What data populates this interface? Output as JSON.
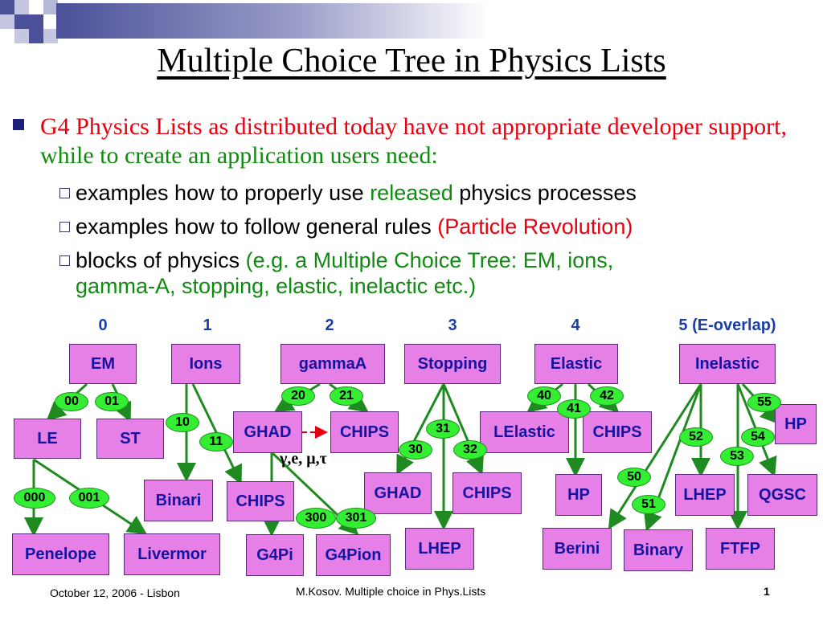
{
  "slide": {
    "title": "Multiple Choice Tree in Physics Lists",
    "bullet": {
      "red_text": "G4 Physics Lists as distributed today have not appropriate developer support,",
      "green_text": " while to create an application users need:"
    },
    "subbullets": [
      {
        "a": "examples how to properly use ",
        "b": "released",
        "c": " physics processes"
      },
      {
        "a": "examples how to follow general rules ",
        "b": "(Particle Revolution",
        "c": ")"
      },
      {
        "a": "blocks of physics ",
        "b": "(e.g. a Multiple Choice Tree: EM, ions,",
        "b2": "gamma-A, stopping, elastic, inelactic etc.)"
      }
    ]
  },
  "levels": [
    "0",
    "1",
    "2",
    "3",
    "4",
    "5 (E-overlap)"
  ],
  "nodes": {
    "em": "EM",
    "ions": "Ions",
    "gammaa": "gammaA",
    "stopping": "Stopping",
    "elastic": "Elastic",
    "inelastic": "Inelastic",
    "le": "LE",
    "st": "ST",
    "penelope": "Penelope",
    "livermor": "Livermor",
    "binari": "Binari",
    "chips_ions": "CHIPS",
    "ghad_g": "GHAD",
    "chips_g": "CHIPS",
    "g4pi": "G4Pi",
    "g4pion": "G4Pion",
    "ghad_s": "GHAD",
    "chips_s": "CHIPS",
    "lhep_s": "LHEP",
    "lelastic": "LElastic",
    "chips_e": "CHIPS",
    "hp_e": "HP",
    "berini": "Berini",
    "binary": "Binary",
    "ftfp": "FTFP",
    "lhep_i": "LHEP",
    "qgsc": "QGSC",
    "hp_i": "HP"
  },
  "tags": {
    "t00": "00",
    "t01": "01",
    "t000": "000",
    "t001": "001",
    "t10": "10",
    "t11": "11",
    "t20": "20",
    "t21": "21",
    "t300": "300",
    "t301": "301",
    "t30": "30",
    "t31": "31",
    "t32": "32",
    "t40": "40",
    "t41": "41",
    "t42": "42",
    "t50": "50",
    "t51": "51",
    "t52": "52",
    "t53": "53",
    "t54": "54",
    "t55": "55"
  },
  "particles_note": "γ,e,  μ,τ",
  "footer": {
    "date": "October 12, 2006 - Lisbon",
    "author": "M.Kosov. Multiple choice in Phys.Lists",
    "page": "1"
  },
  "colors": {
    "node_fill": "#e67fe6",
    "node_text": "#1414a0",
    "tag_fill": "#33ee33",
    "edge": "#1f8a1f",
    "bullet_red": "#e8000e",
    "bullet_green": "#118a11",
    "level_blue": "#1a3ea8"
  }
}
